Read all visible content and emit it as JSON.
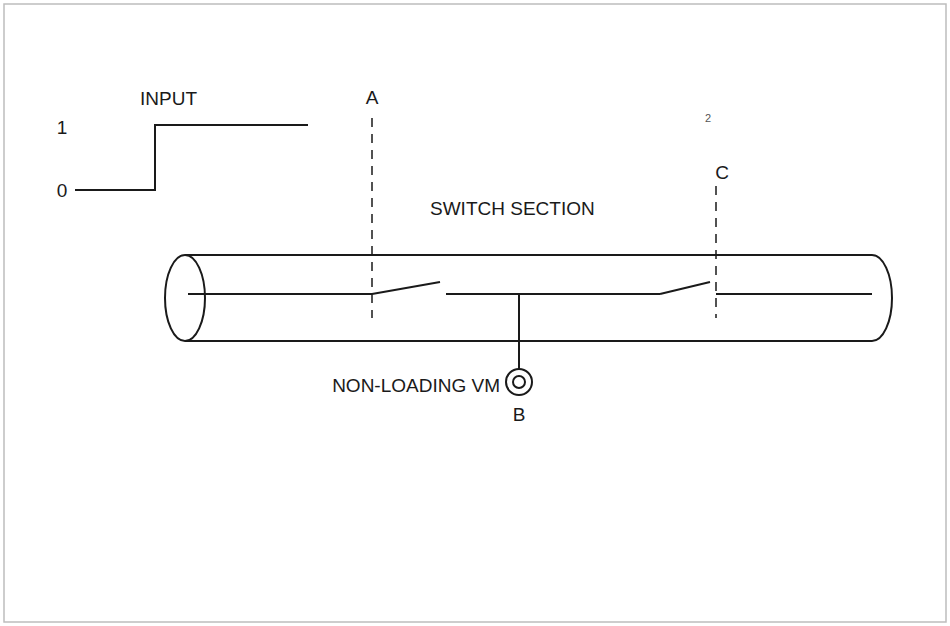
{
  "diagram": {
    "labels": [
      "INPUT",
      "1",
      "0",
      "A",
      "SWITCH SECTION",
      "C",
      "NON-LOADING VM",
      "B",
      "2"
    ]
  }
}
